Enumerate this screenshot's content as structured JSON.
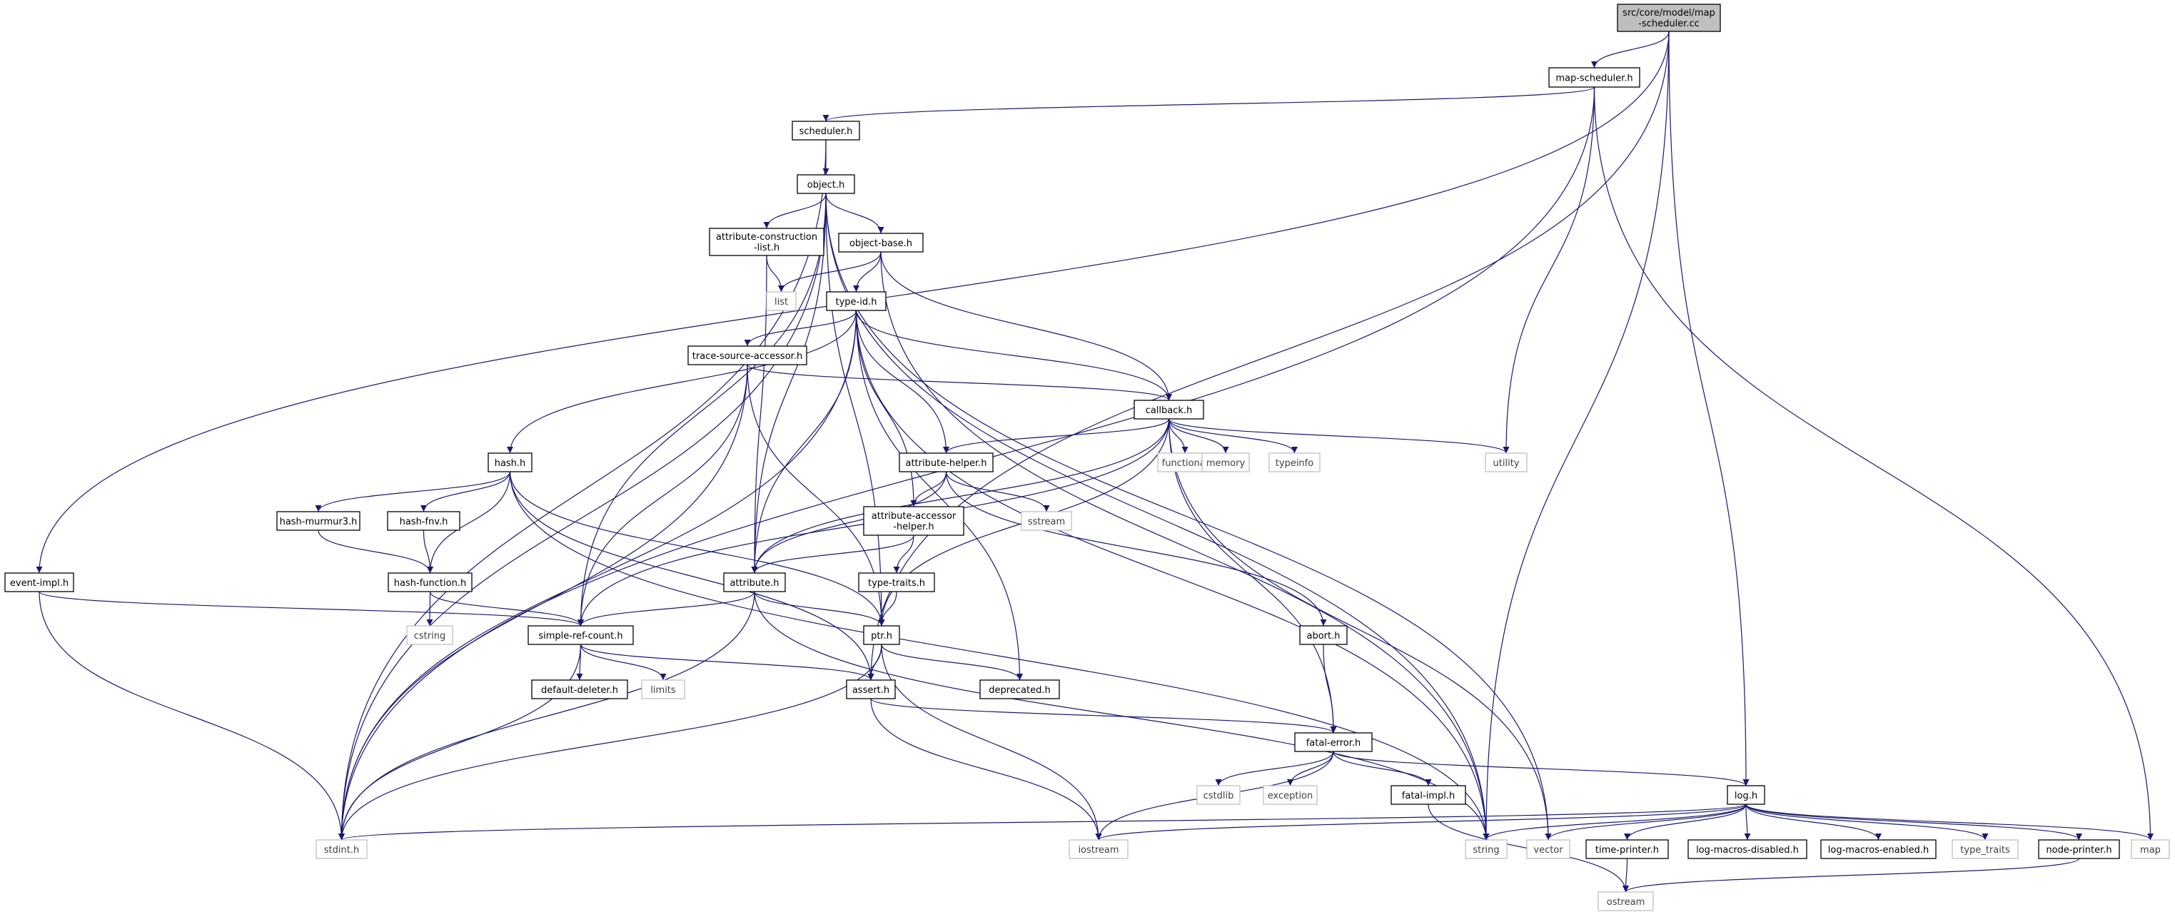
{
  "colors": {
    "edge": "#191970",
    "node_border": "#000000",
    "external_border": "#bfbfbf",
    "root_fill": "#bfbfbf",
    "external_text": "#3f3f3f",
    "background": "#ffffff"
  },
  "nodes": [
    {
      "id": "root",
      "label": "src/core/model/map-scheduler.cc",
      "lines": [
        "src/core/model/map",
        "-scheduler.cc"
      ],
      "kind": "root"
    },
    {
      "id": "map-scheduler",
      "label": "map-scheduler.h",
      "kind": "file"
    },
    {
      "id": "scheduler",
      "label": "scheduler.h",
      "kind": "file"
    },
    {
      "id": "object",
      "label": "object.h",
      "kind": "file"
    },
    {
      "id": "attr-construction",
      "label": "attribute-construction-list.h",
      "lines": [
        "attribute-construction",
        "-list.h"
      ],
      "kind": "file"
    },
    {
      "id": "object-base",
      "label": "object-base.h",
      "kind": "file"
    },
    {
      "id": "list",
      "label": "list",
      "kind": "external"
    },
    {
      "id": "type-id",
      "label": "type-id.h",
      "kind": "file"
    },
    {
      "id": "trace-source",
      "label": "trace-source-accessor.h",
      "kind": "file"
    },
    {
      "id": "callback",
      "label": "callback.h",
      "kind": "file"
    },
    {
      "id": "functional",
      "label": "functional",
      "kind": "external"
    },
    {
      "id": "memory",
      "label": "memory",
      "kind": "external"
    },
    {
      "id": "typeinfo",
      "label": "typeinfo",
      "kind": "external"
    },
    {
      "id": "utility",
      "label": "utility",
      "kind": "external"
    },
    {
      "id": "hash",
      "label": "hash.h",
      "kind": "file"
    },
    {
      "id": "attr-helper",
      "label": "attribute-helper.h",
      "kind": "file"
    },
    {
      "id": "sstream",
      "label": "sstream",
      "kind": "external"
    },
    {
      "id": "hash-murmur3",
      "label": "hash-murmur3.h",
      "kind": "file"
    },
    {
      "id": "hash-fnv",
      "label": "hash-fnv.h",
      "kind": "file"
    },
    {
      "id": "attr-accessor",
      "label": "attribute-accessor-helper.h",
      "lines": [
        "attribute-accessor",
        "-helper.h"
      ],
      "kind": "file"
    },
    {
      "id": "event-impl",
      "label": "event-impl.h",
      "kind": "file"
    },
    {
      "id": "hash-function",
      "label": "hash-function.h",
      "kind": "file"
    },
    {
      "id": "attribute",
      "label": "attribute.h",
      "kind": "file"
    },
    {
      "id": "type-traits",
      "label": "type-traits.h",
      "kind": "file"
    },
    {
      "id": "cstring",
      "label": "cstring",
      "kind": "external"
    },
    {
      "id": "simple-ref-count",
      "label": "simple-ref-count.h",
      "kind": "file"
    },
    {
      "id": "ptr",
      "label": "ptr.h",
      "kind": "file"
    },
    {
      "id": "abort",
      "label": "abort.h",
      "kind": "file"
    },
    {
      "id": "default-deleter",
      "label": "default-deleter.h",
      "kind": "file"
    },
    {
      "id": "limits",
      "label": "limits",
      "kind": "external"
    },
    {
      "id": "assert",
      "label": "assert.h",
      "kind": "file"
    },
    {
      "id": "deprecated",
      "label": "deprecated.h",
      "kind": "file"
    },
    {
      "id": "fatal-error",
      "label": "fatal-error.h",
      "kind": "file"
    },
    {
      "id": "cstdlib",
      "label": "cstdlib",
      "kind": "external"
    },
    {
      "id": "exception",
      "label": "exception",
      "kind": "external"
    },
    {
      "id": "fatal-impl",
      "label": "fatal-impl.h",
      "kind": "file"
    },
    {
      "id": "log",
      "label": "log.h",
      "kind": "file"
    },
    {
      "id": "stdint",
      "label": "stdint.h",
      "kind": "external"
    },
    {
      "id": "iostream",
      "label": "iostream",
      "kind": "external"
    },
    {
      "id": "string",
      "label": "string",
      "kind": "external"
    },
    {
      "id": "vector",
      "label": "vector",
      "kind": "external"
    },
    {
      "id": "time-printer",
      "label": "time-printer.h",
      "kind": "file"
    },
    {
      "id": "log-macros-disabled",
      "label": "log-macros-disabled.h",
      "kind": "file"
    },
    {
      "id": "log-macros-enabled",
      "label": "log-macros-enabled.h",
      "kind": "file"
    },
    {
      "id": "type_traits",
      "label": "type_traits",
      "kind": "external"
    },
    {
      "id": "node-printer",
      "label": "node-printer.h",
      "kind": "file"
    },
    {
      "id": "map",
      "label": "map",
      "kind": "external"
    },
    {
      "id": "ostream",
      "label": "ostream",
      "kind": "external"
    }
  ],
  "edges": [
    [
      "root",
      "event-impl"
    ],
    [
      "root",
      "map-scheduler"
    ],
    [
      "root",
      "assert"
    ],
    [
      "root",
      "log"
    ],
    [
      "root",
      "string"
    ],
    [
      "map-scheduler",
      "scheduler"
    ],
    [
      "map-scheduler",
      "stdint"
    ],
    [
      "map-scheduler",
      "map"
    ],
    [
      "map-scheduler",
      "utility"
    ],
    [
      "scheduler",
      "object"
    ],
    [
      "scheduler",
      "stdint"
    ],
    [
      "object",
      "attr-construction"
    ],
    [
      "object",
      "object-base"
    ],
    [
      "object",
      "attribute"
    ],
    [
      "object",
      "ptr"
    ],
    [
      "object",
      "simple-ref-count"
    ],
    [
      "object",
      "stdint"
    ],
    [
      "object",
      "string"
    ],
    [
      "object",
      "vector"
    ],
    [
      "attr-construction",
      "list"
    ],
    [
      "attr-construction",
      "attribute"
    ],
    [
      "object-base",
      "list"
    ],
    [
      "object-base",
      "type-id"
    ],
    [
      "object-base",
      "callback"
    ],
    [
      "object-base",
      "string"
    ],
    [
      "type-id",
      "trace-source"
    ],
    [
      "type-id",
      "callback"
    ],
    [
      "type-id",
      "hash"
    ],
    [
      "type-id",
      "attr-helper"
    ],
    [
      "type-id",
      "attr-accessor"
    ],
    [
      "type-id",
      "attribute"
    ],
    [
      "type-id",
      "deprecated"
    ],
    [
      "type-id",
      "stdint"
    ],
    [
      "type-id",
      "string"
    ],
    [
      "trace-source",
      "callback"
    ],
    [
      "trace-source",
      "simple-ref-count"
    ],
    [
      "trace-source",
      "ptr"
    ],
    [
      "trace-source",
      "stdint"
    ],
    [
      "callback",
      "functional"
    ],
    [
      "callback",
      "memory"
    ],
    [
      "callback",
      "typeinfo"
    ],
    [
      "callback",
      "utility"
    ],
    [
      "callback",
      "attr-helper"
    ],
    [
      "callback",
      "attribute"
    ],
    [
      "callback",
      "ptr"
    ],
    [
      "callback",
      "simple-ref-count"
    ],
    [
      "callback",
      "fatal-error"
    ],
    [
      "callback",
      "vector"
    ],
    [
      "hash",
      "hash-murmur3"
    ],
    [
      "hash",
      "hash-fnv"
    ],
    [
      "hash",
      "hash-function"
    ],
    [
      "hash",
      "assert"
    ],
    [
      "hash",
      "ptr"
    ],
    [
      "hash",
      "string"
    ],
    [
      "attr-helper",
      "attr-accessor"
    ],
    [
      "attr-helper",
      "attribute"
    ],
    [
      "attr-helper",
      "sstream"
    ],
    [
      "attr-helper",
      "abort"
    ],
    [
      "hash-murmur3",
      "hash-function"
    ],
    [
      "hash-fnv",
      "hash-function"
    ],
    [
      "attr-accessor",
      "attribute"
    ],
    [
      "attr-accessor",
      "type-traits"
    ],
    [
      "event-impl",
      "simple-ref-count"
    ],
    [
      "event-impl",
      "stdint"
    ],
    [
      "hash-function",
      "cstring"
    ],
    [
      "hash-function",
      "simple-ref-count"
    ],
    [
      "attribute",
      "simple-ref-count"
    ],
    [
      "attribute",
      "ptr"
    ],
    [
      "attribute",
      "string"
    ],
    [
      "attribute",
      "stdint"
    ],
    [
      "type-traits",
      "ptr"
    ],
    [
      "simple-ref-count",
      "default-deleter"
    ],
    [
      "simple-ref-count",
      "limits"
    ],
    [
      "simple-ref-count",
      "assert"
    ],
    [
      "simple-ref-count",
      "stdint"
    ],
    [
      "ptr",
      "assert"
    ],
    [
      "ptr",
      "deprecated"
    ],
    [
      "ptr",
      "iostream"
    ],
    [
      "ptr",
      "stdint"
    ],
    [
      "abort",
      "fatal-error"
    ],
    [
      "assert",
      "fatal-error"
    ],
    [
      "assert",
      "iostream"
    ],
    [
      "fatal-error",
      "cstdlib"
    ],
    [
      "fatal-error",
      "exception"
    ],
    [
      "fatal-error",
      "fatal-impl"
    ],
    [
      "fatal-error",
      "log"
    ],
    [
      "fatal-error",
      "iostream"
    ],
    [
      "fatal-impl",
      "ostream"
    ],
    [
      "log",
      "stdint"
    ],
    [
      "log",
      "iostream"
    ],
    [
      "log",
      "string"
    ],
    [
      "log",
      "vector"
    ],
    [
      "log",
      "time-printer"
    ],
    [
      "log",
      "log-macros-disabled"
    ],
    [
      "log",
      "log-macros-enabled"
    ],
    [
      "log",
      "type_traits"
    ],
    [
      "log",
      "node-printer"
    ],
    [
      "log",
      "map"
    ],
    [
      "time-printer",
      "ostream"
    ],
    [
      "node-printer",
      "ostream"
    ]
  ]
}
